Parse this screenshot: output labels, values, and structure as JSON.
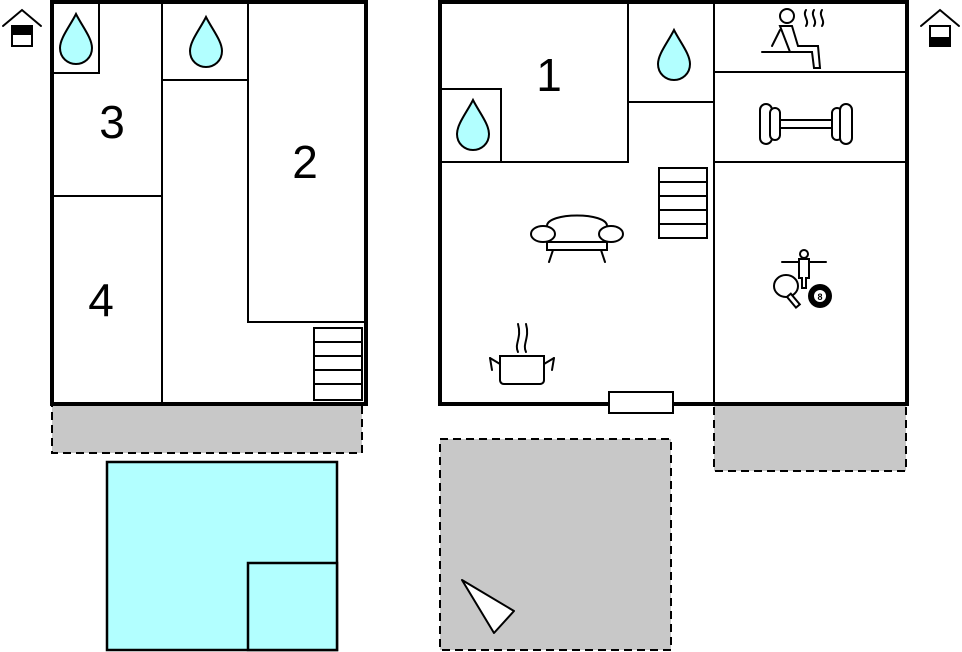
{
  "floors": {
    "upper": {
      "rooms": [
        {
          "label": "3"
        },
        {
          "label": "2"
        },
        {
          "label": "4"
        }
      ]
    },
    "ground": {
      "rooms": [
        {
          "label": "1"
        }
      ]
    }
  },
  "icons": {
    "floor_indicator": "floor-level-icon",
    "bathroom": "water-drop-icon",
    "sauna": "sauna-icon",
    "gym": "dumbbell-icon",
    "living": "sofa-icon",
    "kitchen": "cooking-pot-icon",
    "games": "table-football-icon",
    "table_tennis": "table-tennis-icon",
    "billiards": "billiard-ball-icon",
    "stairs": "stairs-icon",
    "compass": "north-arrow-icon"
  },
  "billiard_ball_number": "8",
  "colors": {
    "water": "#b2ffff",
    "terrace": "#c8c8c8",
    "walls": "#000000"
  }
}
